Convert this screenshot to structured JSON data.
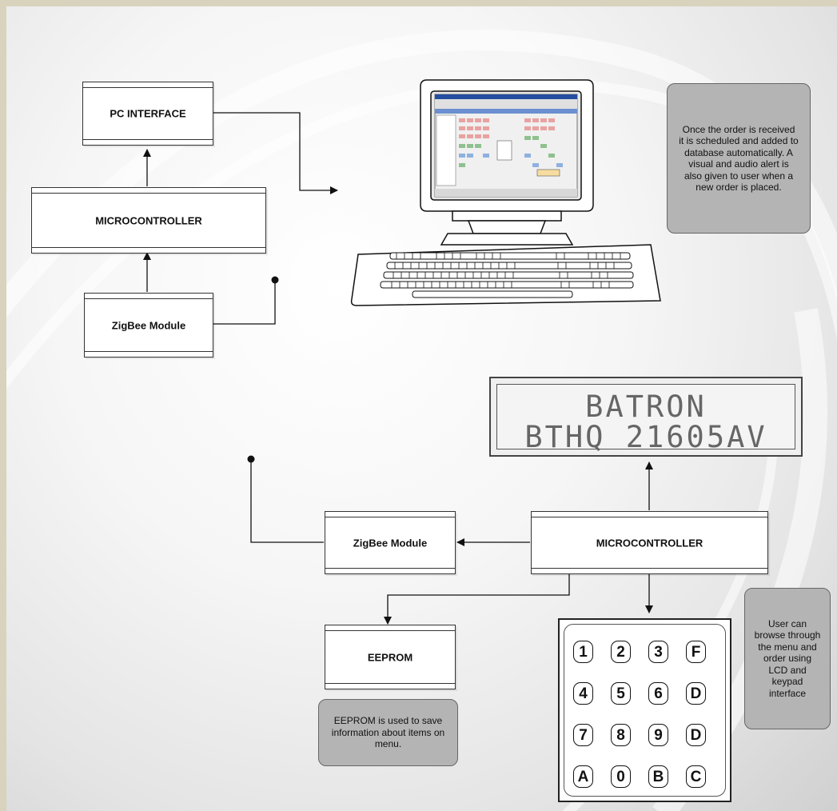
{
  "blocks": {
    "pc_interface": "PC INTERFACE",
    "microcontroller_top": "MICROCONTROLLER",
    "zigbee_top": "ZigBee Module",
    "microcontroller_bottom": "MICROCONTROLLER",
    "zigbee_bottom": "ZigBee Module",
    "eeprom": "EEPROM"
  },
  "notes": {
    "order": "Once the order is received it is scheduled and added to database automatically. A visual and audio alert is also given to user when a new order is placed.",
    "keypad": "User can browse through the menu and order using LCD and keypad interface",
    "eeprom": "EEPROM is used to save information about items on menu."
  },
  "lcd": {
    "line1": "BATRON",
    "line2": "BTHQ 21605AV"
  },
  "keypad": {
    "keys": [
      [
        "1",
        "2",
        "3",
        "F"
      ],
      [
        "4",
        "5",
        "6",
        "D"
      ],
      [
        "7",
        "8",
        "9",
        "D"
      ],
      [
        "A",
        "0",
        "B",
        "C"
      ]
    ]
  },
  "icons": [
    "computer-icon",
    "antenna-icon"
  ]
}
